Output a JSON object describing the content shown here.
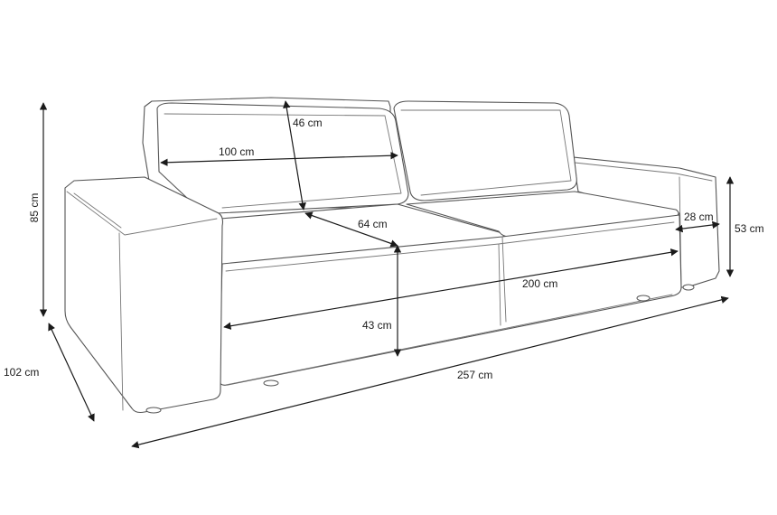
{
  "dimensions": {
    "backrest_height": "46 cm",
    "backrest_width": "100 cm",
    "seat_depth": "64 cm",
    "armrest_width": "28 cm",
    "armrest_height": "53 cm",
    "total_height": "85 cm",
    "total_depth": "102 cm",
    "seat_width": "200 cm",
    "seat_height": "43 cm",
    "total_width": "257 cm"
  }
}
